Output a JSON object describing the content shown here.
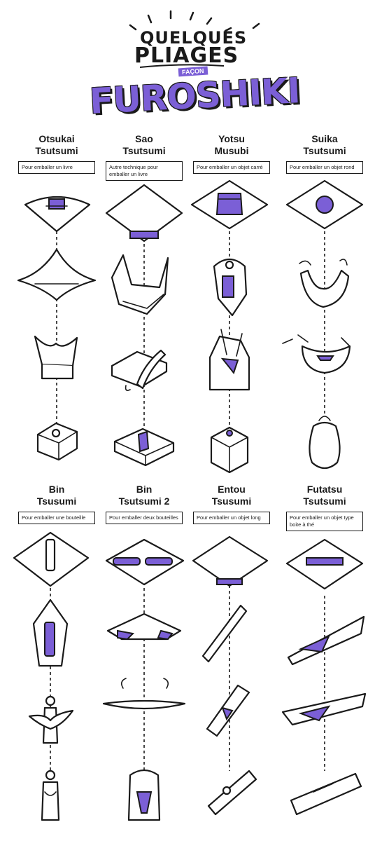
{
  "header": {
    "line1": "QUELQUES",
    "line2": "PLIAGES",
    "tag": "FAÇON",
    "brand": "FUROSHIKI"
  },
  "colors": {
    "accent": "#7b5fd6",
    "ink": "#1a1a1a"
  },
  "techniques": [
    {
      "name": "Otsukai\nTsutsumi",
      "desc": "Pour emballer un livre"
    },
    {
      "name": "Sao\nTsutsumi",
      "desc": "Autre technique pour emballer un livre"
    },
    {
      "name": "Yotsu\nMusubi",
      "desc": "Pour emballer un objet carré"
    },
    {
      "name": "Suika\nTsutsumi",
      "desc": "Pour emballer un objet rond"
    },
    {
      "name": "Bin\nTsusumi",
      "desc": "Pour emballer une bouteille"
    },
    {
      "name": "Bin\nTsutsumi 2",
      "desc": "Pour emballer deux bouteilles"
    },
    {
      "name": "Entou\nTsusumi",
      "desc": "Pour emballer un objet long"
    },
    {
      "name": "Futatsu\nTsutsumi",
      "desc": "Pour emballer un objet type boite à thé"
    }
  ]
}
